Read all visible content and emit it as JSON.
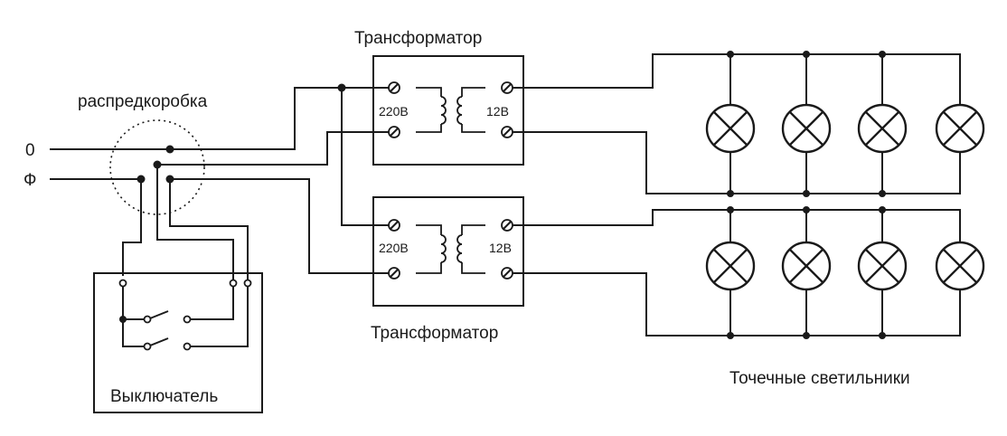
{
  "labels": {
    "zero": "0",
    "phase": "Ф",
    "junction_box": "распредкоробка",
    "switch": "Выключатель",
    "transformer_top": "Трансформатор",
    "transformer_bottom": "Трансформатор",
    "spotlights": "Точечные светильники",
    "t1_primary": "220В",
    "t1_secondary": "12В",
    "t2_primary": "220В",
    "t2_secondary": "12В"
  },
  "icons": {
    "lamp": "lamp-icon",
    "coil": "transformer-coil-icon",
    "terminal": "screw-terminal-icon"
  }
}
